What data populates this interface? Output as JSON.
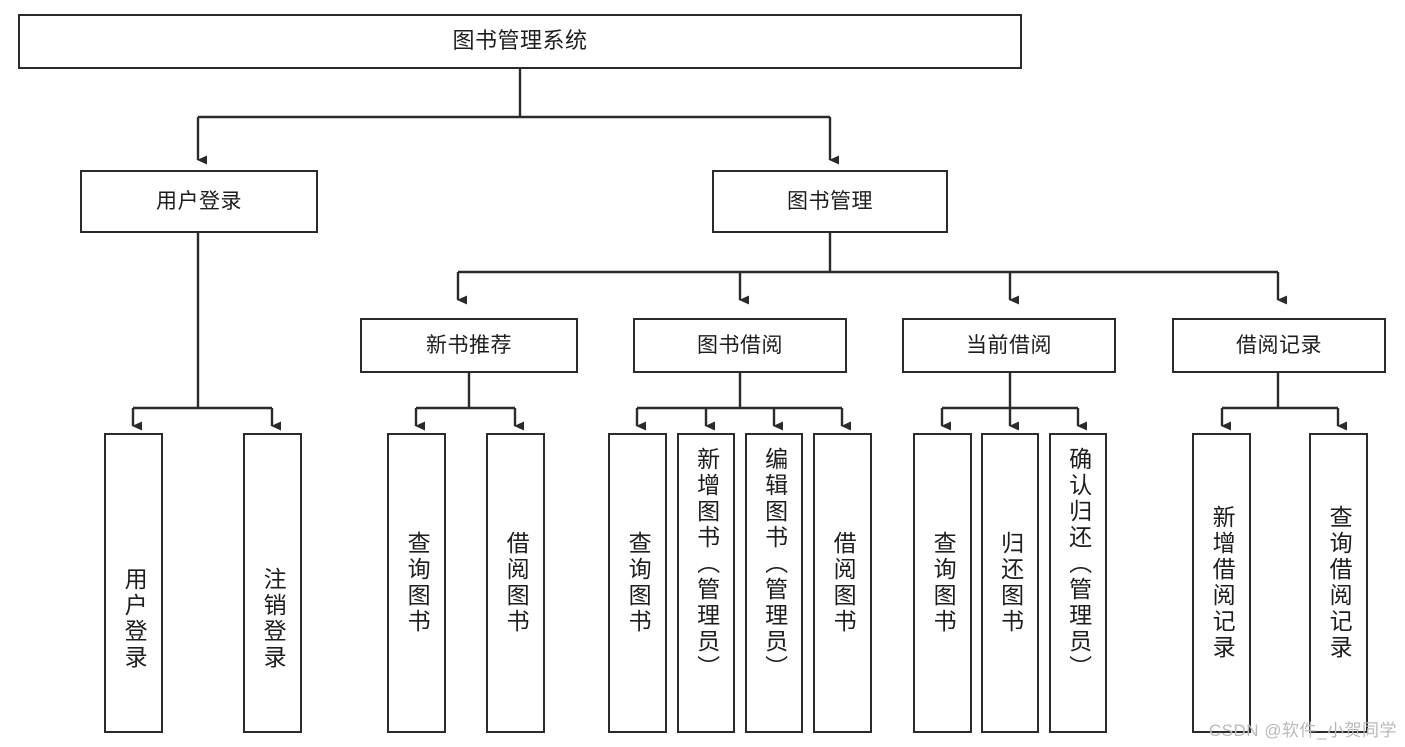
{
  "diagram": {
    "type": "tree",
    "title": "图书管理系统",
    "watermark": "CSDN @软件_小贺同学",
    "root": {
      "label": "图书管理系统"
    },
    "level2": [
      {
        "label": "用户登录"
      },
      {
        "label": "图书管理"
      }
    ],
    "level3": [
      {
        "label": "新书推荐"
      },
      {
        "label": "图书借阅"
      },
      {
        "label": "当前借阅"
      },
      {
        "label": "借阅记录"
      }
    ],
    "leaves": {
      "user_login": [
        {
          "label": "用户登录"
        },
        {
          "label": "注销登录"
        }
      ],
      "new_book": [
        {
          "label": "查询图书"
        },
        {
          "label": "借阅图书"
        }
      ],
      "book_borrow": [
        {
          "label": "查询图书"
        },
        {
          "label": "新增图书（管理员）"
        },
        {
          "label": "编辑图书（管理员）"
        },
        {
          "label": "借阅图书"
        }
      ],
      "current_borrow": [
        {
          "label": "查询图书"
        },
        {
          "label": "归还图书"
        },
        {
          "label": "确认归还（管理员）"
        }
      ],
      "borrow_record": [
        {
          "label": "新增借阅记录"
        },
        {
          "label": "查询借阅记录"
        }
      ]
    },
    "colors": {
      "stroke": "#2b2b2b",
      "fill": "#ffffff",
      "text": "#1d1d1d",
      "watermark": "#b9b9b9"
    }
  }
}
